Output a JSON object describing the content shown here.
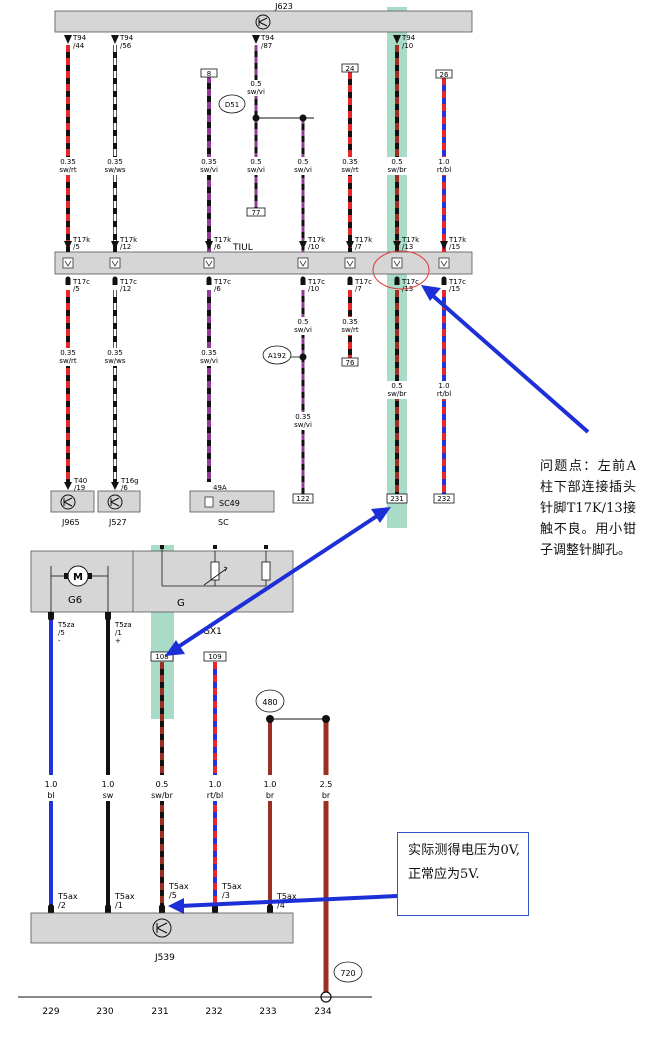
{
  "modules": {
    "top_controller": "J623",
    "tiul": "TIUL",
    "j965": "J965",
    "j527": "J527",
    "sc": "SC",
    "sc49": "SC49",
    "g6": "G6",
    "g": "G",
    "gx1": "GX1",
    "j539": "J539"
  },
  "nodes": {
    "d51": "D51",
    "a192": "A192",
    "n480": "480",
    "n720": "720"
  },
  "refs": {
    "r8": "8",
    "r24": "24",
    "r26": "26",
    "r77": "77",
    "r76": "76",
    "r122": "122",
    "r231": "231",
    "r232": "232",
    "r108": "108",
    "r109": "109"
  },
  "top_pins": [
    {
      "conn": "T94",
      "pin": "/44"
    },
    {
      "conn": "T94",
      "pin": "/56"
    },
    {
      "conn": "T94",
      "pin": "/87"
    },
    {
      "conn": "T94",
      "pin": "/10"
    }
  ],
  "wire_labels_upper": [
    {
      "size": "0.35",
      "color": "sw/rt"
    },
    {
      "size": "0.35",
      "color": "sw/ws"
    },
    {
      "size": "0.35",
      "color": "sw/vi"
    },
    {
      "size": "0.5",
      "color": "sw/vi"
    },
    {
      "size": "0.5",
      "color": "sw/vi"
    },
    {
      "size": "0.35",
      "color": "sw/rt"
    },
    {
      "size": "0.5",
      "color": "sw/br"
    },
    {
      "size": "1.0",
      "color": "rt/bl"
    }
  ],
  "wire_label_d51": {
    "size": "0.5",
    "color": "sw/vi"
  },
  "t17k_pins": [
    {
      "conn": "T17k",
      "pin": "/5"
    },
    {
      "conn": "T17k",
      "pin": "/12"
    },
    {
      "conn": "T17k",
      "pin": "/6"
    },
    {
      "conn": "T17k",
      "pin": "/10"
    },
    {
      "conn": "T17k",
      "pin": "/7"
    },
    {
      "conn": "T17k",
      "pin": "/13"
    },
    {
      "conn": "T17k",
      "pin": "/15"
    }
  ],
  "t17c_pins": [
    {
      "conn": "T17c",
      "pin": "/5"
    },
    {
      "conn": "T17c",
      "pin": "/12"
    },
    {
      "conn": "T17c",
      "pin": "/6"
    },
    {
      "conn": "T17c",
      "pin": "/10"
    },
    {
      "conn": "T17c",
      "pin": "/7"
    },
    {
      "conn": "T17c",
      "pin": "/13"
    },
    {
      "conn": "T17c",
      "pin": "/15"
    }
  ],
  "wire_labels_lower": [
    {
      "size": "0.35",
      "color": "sw/rt"
    },
    {
      "size": "0.35",
      "color": "sw/ws"
    },
    {
      "size": "0.35",
      "color": "sw/vi"
    },
    {
      "size": "0.5",
      "color": "sw/vi"
    },
    {
      "size": "0.35",
      "color": "sw/rt"
    },
    {
      "size": "0.5",
      "color": "sw/br"
    },
    {
      "size": "1.0",
      "color": "rt/bl"
    }
  ],
  "wire_label_a192": {
    "size": "0.35",
    "color": "sw/vi"
  },
  "bottom_pins_upper": [
    {
      "conn": "T40",
      "pin": "/19"
    },
    {
      "conn": "T16g",
      "pin": "/6"
    },
    {
      "conn": "",
      "pin": "49A"
    }
  ],
  "g6_pins": [
    {
      "conn": "T5za",
      "pin": "/5",
      "sign": "-"
    },
    {
      "conn": "T5za",
      "pin": "/1",
      "sign": "+"
    }
  ],
  "lower_wires": [
    {
      "size": "1.0",
      "color": "bl"
    },
    {
      "size": "1.0",
      "color": "sw"
    },
    {
      "size": "0.5",
      "color": "sw/br"
    },
    {
      "size": "1.0",
      "color": "rt/bl"
    },
    {
      "size": "1.0",
      "color": "br"
    },
    {
      "size": "2.5",
      "color": "br"
    }
  ],
  "j539_pins": [
    {
      "conn": "T5ax",
      "pin": "/2"
    },
    {
      "conn": "T5ax",
      "pin": "/1"
    },
    {
      "conn": "T5ax",
      "pin": "/5"
    },
    {
      "conn": "T5ax",
      "pin": "/3"
    },
    {
      "conn": "T5ax",
      "pin": "/4"
    }
  ],
  "track_numbers": [
    "229",
    "230",
    "231",
    "232",
    "233",
    "234"
  ],
  "annotations": {
    "problem": "问题点：左前A柱下部连接插头针脚T17K/13接触不良。用小钳子调整针脚孔。",
    "measure": "实际测得电压为0V,正常应为5V."
  },
  "colors": {
    "red": "#e8262b",
    "black": "#111111",
    "violet": "#8e3d96",
    "blue": "#2233dd",
    "brown": "#9b2f24",
    "white": "#ffffff",
    "highlight": "#a8dcc6",
    "arrow": "#1d2fd6",
    "module_fill": "#d6d6d6",
    "circle": "#e03a3a"
  }
}
